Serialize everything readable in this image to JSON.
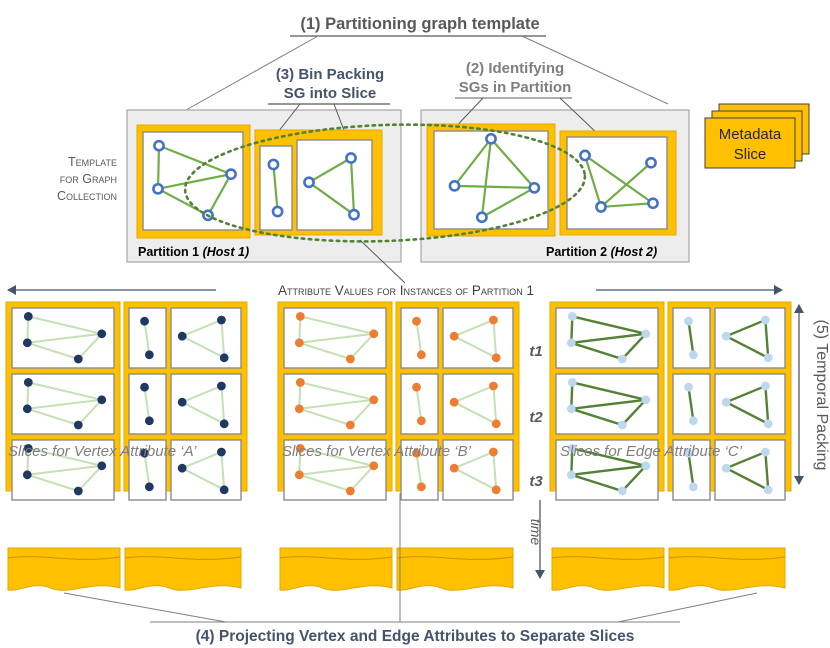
{
  "labels": {
    "step1": "(1) Partitioning graph template",
    "step2_line1": "(2) Identifying",
    "step2_line2": "SGs in Partition",
    "step3_line1": "(3) Bin Packing",
    "step3_line2": "SG into Slice",
    "metadata_line1": "Metadata",
    "metadata_line2": "Slice",
    "template_line1": "Template",
    "template_line2": "for Graph",
    "template_line3": "Collection",
    "partition1": "Partition 1 ",
    "partition1_host": "(Host 1)",
    "partition2": "Partition 2 ",
    "partition2_host": "(Host 2)",
    "attribute_values": "Attribute Values for Instances of Partition 1",
    "temporal_packing": "(5) Temporal Packing",
    "time": "time",
    "t1": "t1",
    "t2": "t2",
    "t3": "t3",
    "slices_a": "Slices for Vertex Attribute ‘A’",
    "slices_b": "Slices for Vertex Attribute ‘B’",
    "slices_c": "Slices for Edge Attribute ‘C’",
    "step4": "(4) Projecting Vertex and Edge Attributes to Separate Slices"
  },
  "colors": {
    "slice_fill": "#FFC000",
    "slice_stroke": "#E6A800",
    "template_fill": "#EDEDED",
    "edge_green": "#70AD47",
    "edge_light": "#C5E0B4",
    "edge_dark": "#548235",
    "vertex_blue": "#4472C4",
    "vertex_navy": "#1F3864",
    "vertex_orange": "#ED7D31",
    "vertex_light": "#BDD7EE",
    "text_gray": "#595959"
  }
}
